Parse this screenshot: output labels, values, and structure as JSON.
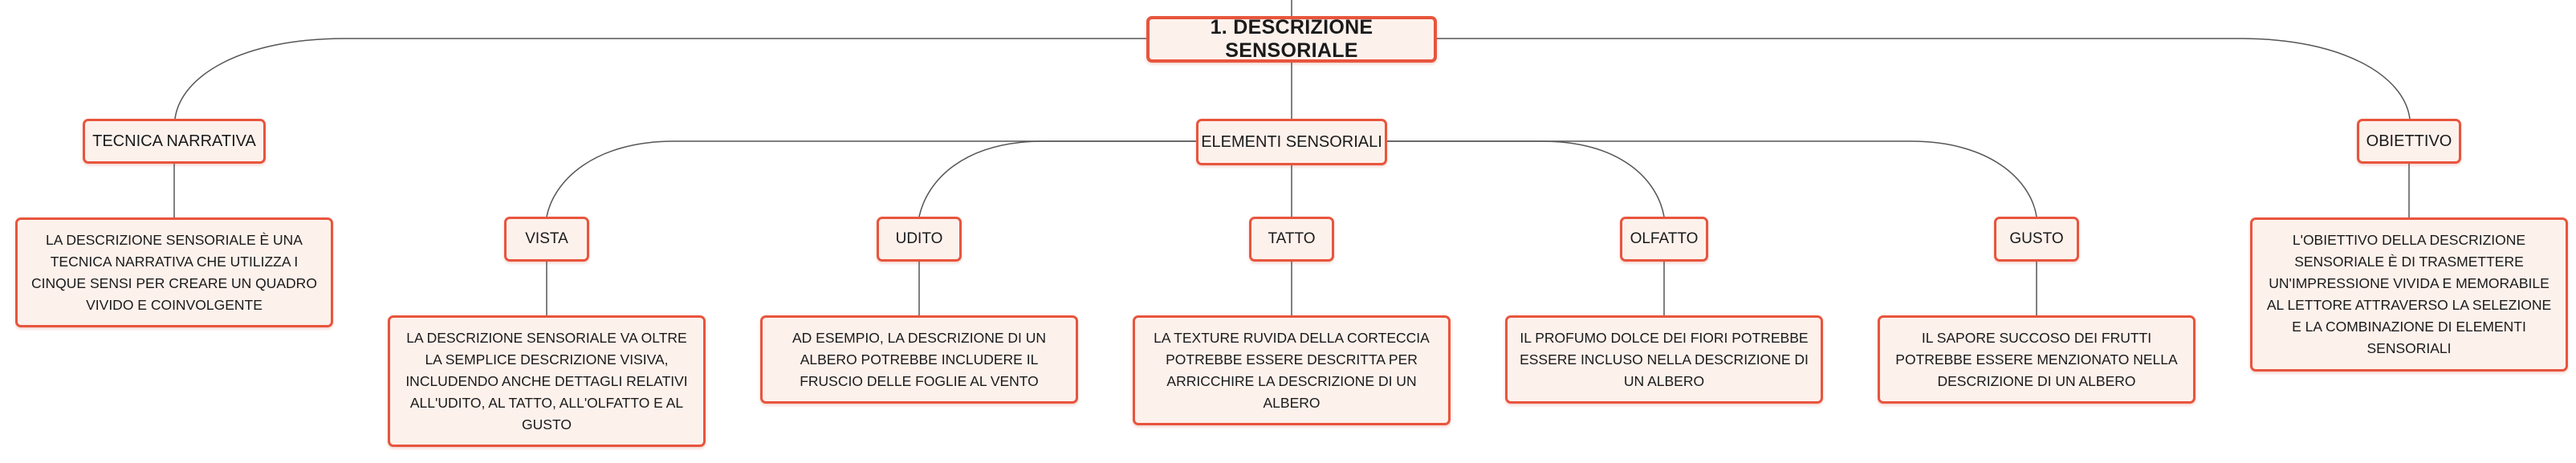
{
  "map": {
    "root": "1. DESCRIZIONE SENSORIALE",
    "tecnica": "TECNICA NARRATIVA",
    "tecnica_desc": "LA DESCRIZIONE SENSORIALE È UNA TECNICA NARRATIVA CHE UTILIZZA I CINQUE SENSI PER CREARE UN QUADRO VIVIDO E COINVOLGENTE",
    "elementi": "ELEMENTI SENSORIALI",
    "obiettivo": "OBIETTIVO",
    "obiettivo_desc": "L'OBIETTIVO DELLA DESCRIZIONE SENSORIALE È DI TRASMETTERE UN'IMPRESSIONE VIVIDA E MEMORABILE AL LETTORE ATTRAVERSO LA SELEZIONE E LA COMBINAZIONE DI ELEMENTI SENSORIALI",
    "senses": [
      {
        "label": "VISTA",
        "desc": "LA DESCRIZIONE SENSORIALE VA OLTRE LA SEMPLICE DESCRIZIONE VISIVA, INCLUDENDO ANCHE DETTAGLI RELATIVI ALL'UDITO, AL TATTO, ALL'OLFATTO E AL GUSTO"
      },
      {
        "label": "UDITO",
        "desc": "AD ESEMPIO, LA DESCRIZIONE DI UN ALBERO POTREBBE INCLUDERE IL FRUSCIO DELLE FOGLIE AL VENTO"
      },
      {
        "label": "TATTO",
        "desc": "LA TEXTURE RUVIDA DELLA CORTECCIA POTREBBE ESSERE DESCRITTA PER ARRICCHIRE LA DESCRIZIONE DI UN ALBERO"
      },
      {
        "label": "OLFATTO",
        "desc": "IL PROFUMO DOLCE DEI FIORI POTREBBE ESSERE INCLUSO NELLA DESCRIZIONE DI UN ALBERO"
      },
      {
        "label": "GUSTO",
        "desc": "IL SAPORE SUCCOSO DEI FRUTTI POTREBBE ESSERE MENZIONATO NELLA DESCRIZIONE DI UN ALBERO"
      }
    ]
  },
  "colors": {
    "node_border": "#e8553d",
    "node_fill": "#fdf1ec",
    "connector": "#555555"
  }
}
